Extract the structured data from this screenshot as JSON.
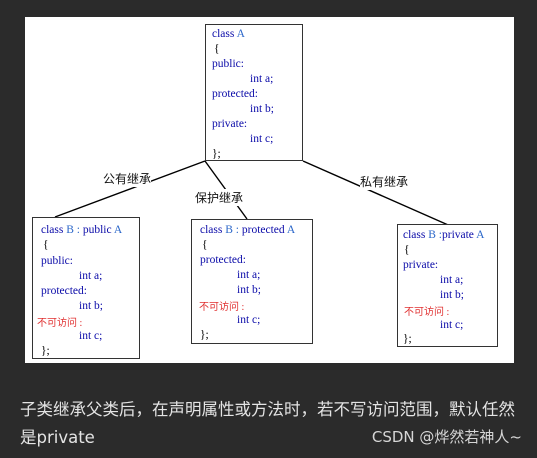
{
  "class_a": {
    "lines": [
      "class A",
      "{",
      "public:",
      "int a;",
      "protected:",
      "int b;",
      "private:",
      "int c;",
      "};"
    ]
  },
  "class_b_public": {
    "lines": [
      "class B : public A",
      "{",
      "public:",
      "int a;",
      "protected:",
      "int b;",
      "不可访问 :",
      "int c;",
      "};"
    ]
  },
  "class_b_protected": {
    "lines": [
      "class B : protected A",
      "{",
      "protected:",
      "int a;",
      "int b;",
      "不可访问 :",
      "int c;",
      "};"
    ]
  },
  "class_b_private": {
    "lines": [
      "class B :private A",
      "{",
      "private:",
      "int a;",
      "int b;",
      "不可访问 :",
      "int c;",
      "};"
    ]
  },
  "labels": {
    "public_inherit": "公有继承",
    "protected_inherit": "保护继承",
    "private_inherit": "私有继承"
  },
  "caption": "子类继承父类后，在声明属性或方法时，若不写访问范围，默认任然是private",
  "watermark": "CSDN @烨然若神人~"
}
